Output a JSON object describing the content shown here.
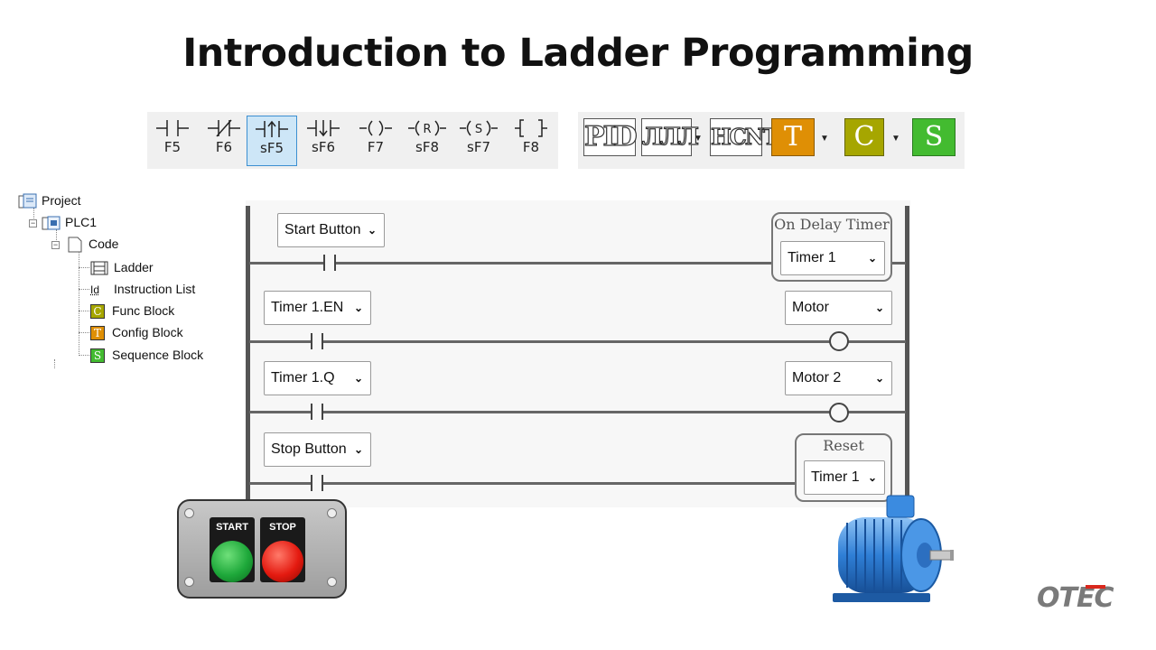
{
  "title": "Introduction to Ladder Programming",
  "toolbar": {
    "instructions": [
      {
        "key": "F5",
        "icon": "normally-open-contact-icon"
      },
      {
        "key": "F6",
        "icon": "normally-closed-contact-icon"
      },
      {
        "key": "sF5",
        "icon": "rising-edge-contact-icon",
        "active": true
      },
      {
        "key": "sF6",
        "icon": "falling-edge-contact-icon"
      },
      {
        "key": "F7",
        "icon": "coil-icon"
      },
      {
        "key": "sF8",
        "icon": "reset-coil-icon"
      },
      {
        "key": "sF7",
        "icon": "set-coil-icon"
      },
      {
        "key": "F8",
        "icon": "function-block-icon"
      }
    ],
    "coil_r": "R",
    "coil_s": "S",
    "blocks": {
      "pid": "PID",
      "pulse": "ЛЛЛ",
      "hcnt": "HCNT",
      "timer": "T",
      "counter": "C",
      "sequence": "S"
    },
    "colors": {
      "timer": "#df8f05",
      "counter": "#a6a600",
      "sequence": "#43bb30"
    }
  },
  "tree": {
    "project": "Project",
    "plc": "PLC1",
    "code": "Code",
    "items": [
      {
        "label": "Ladder",
        "icon": "ladder-icon"
      },
      {
        "label": "Instruction List",
        "icon": "instruction-list-icon"
      },
      {
        "label": "Func Block",
        "icon": "func-block-icon",
        "glyph": "C"
      },
      {
        "label": "Config Block",
        "icon": "config-block-icon",
        "glyph": "T"
      },
      {
        "label": "Sequence Block",
        "icon": "sequence-block-icon",
        "glyph": "S"
      }
    ],
    "il_glyph": "Id"
  },
  "ladder": {
    "rungs": [
      {
        "contact": "Start Button",
        "output_block": "On Delay Timer",
        "output": "Timer 1"
      },
      {
        "contact": "Timer 1.EN",
        "output": "Motor"
      },
      {
        "contact": "Timer 1.Q",
        "output": "Motor 2"
      },
      {
        "contact": "Stop Button",
        "output_block": "Reset",
        "output": "Timer 1"
      }
    ]
  },
  "station": {
    "start_label": "START",
    "stop_label": "STOP"
  },
  "logo": "OTEC"
}
